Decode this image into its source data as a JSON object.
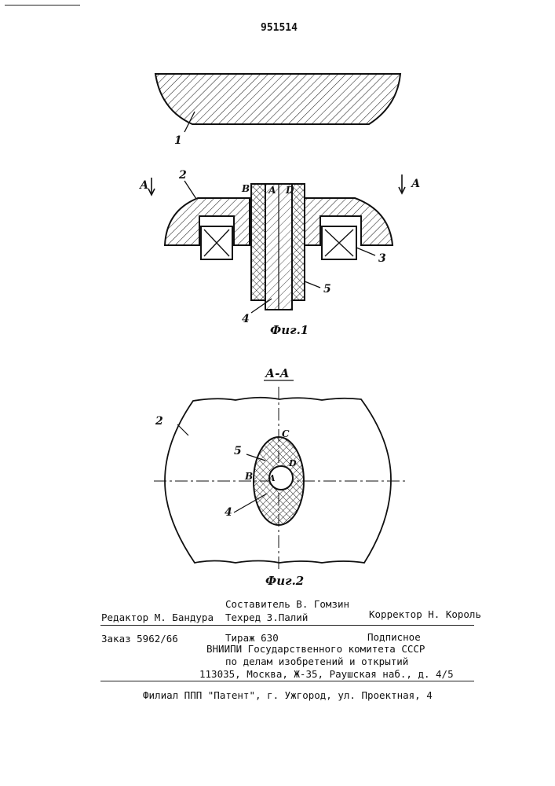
{
  "patent_number": "951514",
  "figure1": {
    "caption": "Фиг.1",
    "section_label": "А",
    "part_labels": [
      "1",
      "2",
      "3",
      "4",
      "5"
    ],
    "zone_labels": [
      "В",
      "А",
      "D"
    ]
  },
  "figure2": {
    "section_title": "А-А",
    "caption": "Фиг.2",
    "part_labels": [
      "2",
      "5",
      "4"
    ],
    "point_labels": [
      "С",
      "D",
      "В",
      "А"
    ]
  },
  "imprint": {
    "compiler": "Составитель В. Гомзин",
    "editor": "Редактор М. Бандура",
    "techred": "Техред З.Палий",
    "corrector": "Корректор Н. Король",
    "order": "Заказ 5962/66",
    "circulation": "Тираж 630",
    "subscription": "Подписное",
    "org_line1": "ВНИИПИ Государственного комитета СССР",
    "org_line2": "по делам изобретений и открытий",
    "address": "113035, Москва, Ж-35, Раушская наб., д. 4/5",
    "branch": "Филиал ППП \"Патент\", г. Ужгород, ул. Проектная, 4"
  }
}
